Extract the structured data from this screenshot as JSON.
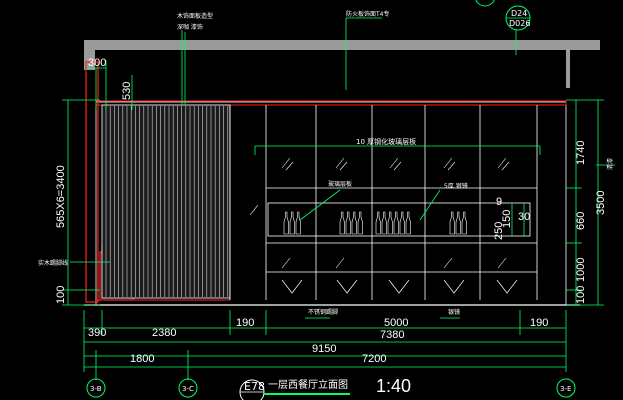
{
  "drawing": {
    "title": "一层西餐厅立面图",
    "sheet_tag": "E78",
    "scale": "1:40",
    "grid_labels": [
      "3-B",
      "3-C",
      "3-E"
    ]
  },
  "annotations": {
    "top_left_1": "木饰面板造型",
    "top_left_2": "深咖 漆饰",
    "top_center": "防火板饰面T4专",
    "ref_top": "D24",
    "ref_bottom": "D026",
    "mid_10": "10 厚钢化玻璃层板",
    "glass_label": "玻璃层板",
    "cabinet_label": "5厚 银镜",
    "side_label": "实木踢脚线",
    "bottom_label_1": "不锈钢踢脚",
    "bottom_label_2": "银镜",
    "right_top": "清漆"
  },
  "dimensions": {
    "top": [
      "300",
      "530"
    ],
    "left_vertical": [
      "565X6=3400",
      "100"
    ],
    "right_vertical": [
      "1740",
      "660",
      "1000",
      "100",
      "3500"
    ],
    "right_small": [
      "30",
      "150",
      "250",
      "9"
    ],
    "row1": [
      "390",
      "2380",
      "190",
      "5000",
      "190"
    ],
    "row2": [
      "7380"
    ],
    "row3": [
      "9150"
    ],
    "row4": [
      "1800",
      "7200"
    ]
  }
}
